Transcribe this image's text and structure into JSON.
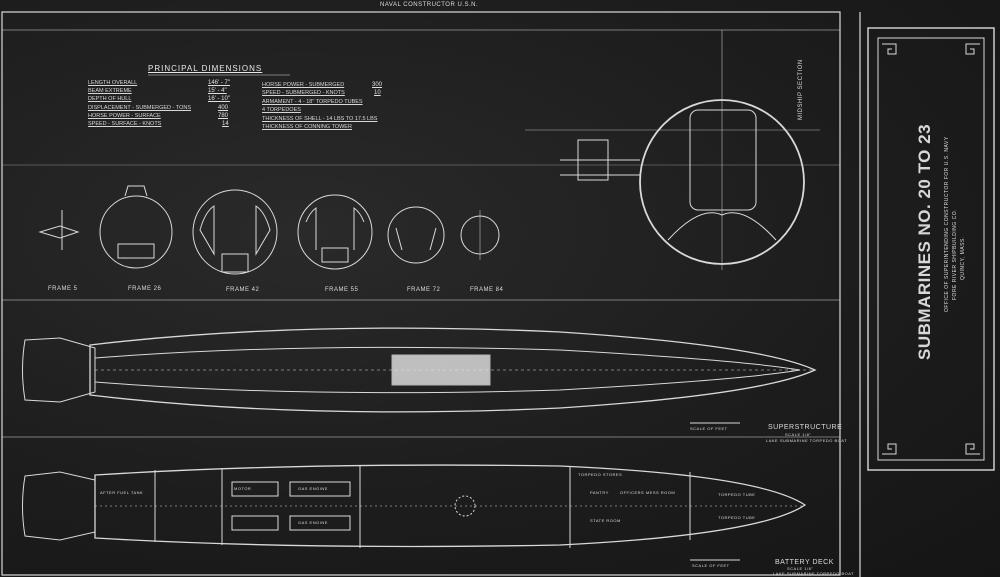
{
  "drawing": {
    "title_block": {
      "title": "SUBMARINES NO. 20 TO 23",
      "subtitle_lines": [
        "OFFICE OF SUPERINTENDING CONSTRUCTOR FOR U.S. NAVY",
        "FORE RIVER SHIPBUILDING CO.",
        "QUINCY, MASS."
      ]
    },
    "top_note": "NAVAL CONSTRUCTOR U.S.N.",
    "principal_dimensions": {
      "heading": "PRINCIPAL DIMENSIONS",
      "left": [
        {
          "label": "LENGTH OVERALL",
          "value": "146' - 7\""
        },
        {
          "label": "BEAM EXTREME",
          "value": "15' - 4\""
        },
        {
          "label": "DEPTH OF HULL",
          "value": "16' - 10\""
        },
        {
          "label": "DISPLACEMENT - SUBMERGED - TONS",
          "value": "400"
        },
        {
          "label": "HORSE POWER - SURFACE",
          "value": "780"
        },
        {
          "label": "SPEED - SURFACE - KNOTS",
          "value": "14"
        }
      ],
      "right": [
        {
          "label": "HORSE POWER - SUBMERGED",
          "value": "300"
        },
        {
          "label": "SPEED - SUBMERGED - KNOTS",
          "value": "10"
        },
        {
          "label": "ARMAMENT - 4 - 18\" TORPEDO TUBES",
          "value": ""
        },
        {
          "label": "4 TORPEDOES",
          "value": ""
        },
        {
          "label": "THICKNESS OF SHELL - 14 LBS TO 17.5 LBS",
          "value": ""
        },
        {
          "label": "THICKNESS OF CONNING TOWER",
          "value": ""
        }
      ]
    },
    "frames": [
      "FRAME 5",
      "FRAME 26",
      "FRAME 42",
      "FRAME 55",
      "FRAME 72",
      "FRAME 84"
    ],
    "midship_label": "MIDSHIP SECTION",
    "views": [
      {
        "name": "SUPERSTRUCTURE",
        "scale": "SCALE 1/8\"",
        "note": "LAKE SUBMARINE TORPEDO BOAT",
        "scale_bar": "SCALE OF FEET"
      },
      {
        "name": "BATTERY DECK",
        "scale": "SCALE 1/8\"",
        "note": "LAKE SUBMARINE TORPEDO BOAT",
        "scale_bar": "SCALE OF FEET"
      }
    ],
    "compartments": [
      "AFTER FUEL TANK",
      "MOTOR",
      "GAS ENGINE",
      "GAS ENGINE",
      "TORPEDO STORES",
      "PANTRY",
      "OFFICERS MESS ROOM",
      "STATE ROOM",
      "TORPEDO TUBE",
      "TORPEDO TUBE"
    ]
  }
}
